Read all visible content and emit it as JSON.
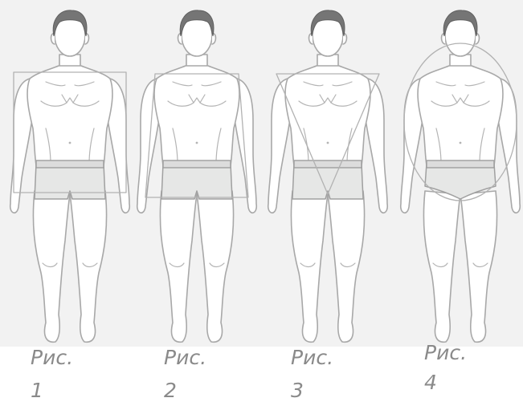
{
  "figures": [
    {
      "id": 1,
      "caption_word": "Рис.",
      "caption_number": "1",
      "overlay": "rectangle"
    },
    {
      "id": 2,
      "caption_word": "Рис.",
      "caption_number": "2",
      "overlay": "trapezoid"
    },
    {
      "id": 3,
      "caption_word": "Рис.",
      "caption_number": "3",
      "overlay": "inverted-triangle"
    },
    {
      "id": 4,
      "caption_word": "Рис.",
      "caption_number": "4",
      "overlay": "oval"
    }
  ],
  "colors": {
    "panel_background": "#f2f2f2",
    "caption_text": "#8a8a8a",
    "hair": "#757575",
    "outline": "#a8a8a8"
  }
}
